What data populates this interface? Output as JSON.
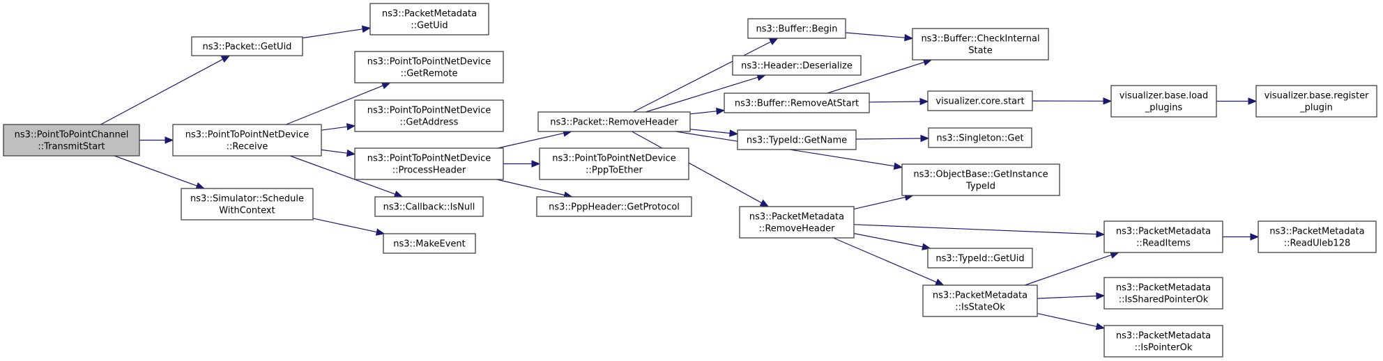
{
  "diagram": {
    "type": "call-graph",
    "colors": {
      "edge": "#191970",
      "root_fill": "#bfbfbf",
      "node_fill": "#ffffff",
      "border": "#404040"
    },
    "nodes": [
      {
        "id": "transmit_start",
        "lines": [
          "ns3::PointToPointChannel",
          "::TransmitStart"
        ],
        "root": true
      },
      {
        "id": "packet_getuid",
        "lines": [
          "ns3::Packet::GetUid"
        ]
      },
      {
        "id": "pm_getuid",
        "lines": [
          "ns3::PacketMetadata",
          "::GetUid"
        ]
      },
      {
        "id": "ptp_receive",
        "lines": [
          "ns3::PointToPointNetDevice",
          "::Receive"
        ]
      },
      {
        "id": "ptp_getremote",
        "lines": [
          "ns3::PointToPointNetDevice",
          "::GetRemote"
        ]
      },
      {
        "id": "ptp_getaddress",
        "lines": [
          "ns3::PointToPointNetDevice",
          "::GetAddress"
        ]
      },
      {
        "id": "ptp_processheader",
        "lines": [
          "ns3::PointToPointNetDevice",
          "::ProcessHeader"
        ]
      },
      {
        "id": "callback_isnull",
        "lines": [
          "ns3::Callback::IsNull"
        ]
      },
      {
        "id": "sim_schedule",
        "lines": [
          "ns3::Simulator::Schedule",
          "WithContext"
        ]
      },
      {
        "id": "make_event",
        "lines": [
          "ns3::MakeEvent"
        ]
      },
      {
        "id": "packet_removeheader",
        "lines": [
          "ns3::Packet::RemoveHeader"
        ]
      },
      {
        "id": "ptp_ppptoether",
        "lines": [
          "ns3::PointToPointNetDevice",
          "::PppToEther"
        ]
      },
      {
        "id": "ppp_getprotocol",
        "lines": [
          "ns3::PppHeader::GetProtocol"
        ]
      },
      {
        "id": "buffer_begin",
        "lines": [
          "ns3::Buffer::Begin"
        ]
      },
      {
        "id": "header_deserialize",
        "lines": [
          "ns3::Header::Deserialize"
        ]
      },
      {
        "id": "buffer_removeatstart",
        "lines": [
          "ns3::Buffer::RemoveAtStart"
        ]
      },
      {
        "id": "buffer_checkinternal",
        "lines": [
          "ns3::Buffer::CheckInternal",
          "State"
        ]
      },
      {
        "id": "vis_core_start",
        "lines": [
          "visualizer.core.start"
        ]
      },
      {
        "id": "typeid_getname",
        "lines": [
          "ns3::TypeId::GetName"
        ]
      },
      {
        "id": "singleton_get",
        "lines": [
          "ns3::Singleton::Get"
        ]
      },
      {
        "id": "objbase_getinstance",
        "lines": [
          "ns3::ObjectBase::GetInstance",
          "TypeId"
        ]
      },
      {
        "id": "pm_removeheader",
        "lines": [
          "ns3::PacketMetadata",
          "::RemoveHeader"
        ]
      },
      {
        "id": "typeid_getuid",
        "lines": [
          "ns3::TypeId::GetUid"
        ]
      },
      {
        "id": "pm_isstateok",
        "lines": [
          "ns3::PacketMetadata",
          "::IsStateOk"
        ]
      },
      {
        "id": "vis_load_plugins",
        "lines": [
          "visualizer.base.load",
          "_plugins"
        ]
      },
      {
        "id": "vis_register_plugin",
        "lines": [
          "visualizer.base.register",
          "_plugin"
        ]
      },
      {
        "id": "pm_readitems",
        "lines": [
          "ns3::PacketMetadata",
          "::ReadItems"
        ]
      },
      {
        "id": "pm_readuleb128",
        "lines": [
          "ns3::PacketMetadata",
          "::ReadUleb128"
        ]
      },
      {
        "id": "pm_issharedpointerok",
        "lines": [
          "ns3::PacketMetadata",
          "::IsSharedPointerOk"
        ]
      },
      {
        "id": "pm_ispointerok",
        "lines": [
          "ns3::PacketMetadata",
          "::IsPointerOk"
        ]
      }
    ],
    "edges": [
      [
        "transmit_start",
        "packet_getuid"
      ],
      [
        "transmit_start",
        "ptp_receive"
      ],
      [
        "transmit_start",
        "sim_schedule"
      ],
      [
        "packet_getuid",
        "pm_getuid"
      ],
      [
        "ptp_receive",
        "ptp_getremote"
      ],
      [
        "ptp_receive",
        "ptp_getaddress"
      ],
      [
        "ptp_receive",
        "ptp_processheader"
      ],
      [
        "ptp_receive",
        "callback_isnull"
      ],
      [
        "sim_schedule",
        "make_event"
      ],
      [
        "ptp_processheader",
        "packet_removeheader"
      ],
      [
        "ptp_processheader",
        "ptp_ppptoether"
      ],
      [
        "ptp_processheader",
        "ppp_getprotocol"
      ],
      [
        "packet_removeheader",
        "buffer_begin"
      ],
      [
        "packet_removeheader",
        "header_deserialize"
      ],
      [
        "packet_removeheader",
        "buffer_removeatstart"
      ],
      [
        "packet_removeheader",
        "typeid_getname"
      ],
      [
        "packet_removeheader",
        "objbase_getinstance"
      ],
      [
        "packet_removeheader",
        "pm_removeheader"
      ],
      [
        "buffer_begin",
        "buffer_checkinternal"
      ],
      [
        "buffer_removeatstart",
        "buffer_checkinternal"
      ],
      [
        "buffer_removeatstart",
        "vis_core_start"
      ],
      [
        "vis_core_start",
        "vis_load_plugins"
      ],
      [
        "vis_load_plugins",
        "vis_register_plugin"
      ],
      [
        "typeid_getname",
        "singleton_get"
      ],
      [
        "pm_removeheader",
        "objbase_getinstance"
      ],
      [
        "pm_removeheader",
        "pm_readitems"
      ],
      [
        "pm_removeheader",
        "typeid_getuid"
      ],
      [
        "pm_removeheader",
        "pm_isstateok"
      ],
      [
        "pm_isstateok",
        "pm_readitems"
      ],
      [
        "pm_isstateok",
        "pm_issharedpointerok"
      ],
      [
        "pm_isstateok",
        "pm_ispointerok"
      ],
      [
        "pm_readitems",
        "pm_readuleb128"
      ]
    ]
  }
}
